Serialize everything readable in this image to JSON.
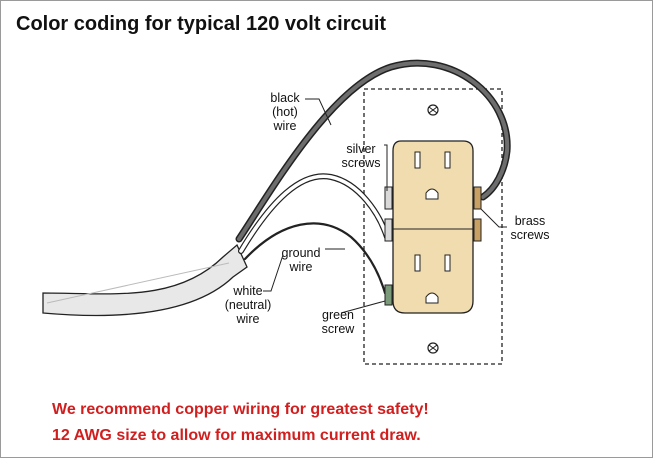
{
  "title": "Color coding for typical 120 volt circuit",
  "labels": {
    "black_wire": [
      "black",
      "(hot)",
      "wire"
    ],
    "silver_screws": [
      "silver",
      "screws"
    ],
    "brass_screws": [
      "brass",
      "screws"
    ],
    "ground_wire": [
      "ground",
      "wire"
    ],
    "white_wire": [
      "white",
      "(neutral)",
      "wire"
    ],
    "green_screw": [
      "green",
      "screw"
    ]
  },
  "notes": [
    "We recommend copper wiring for greatest safety!",
    "12 AWG size to allow for maximum current draw."
  ],
  "colors": {
    "note_text": "#d11f1f",
    "receptacle": "#f1dcb0",
    "brass_screw": "#c9a063",
    "silver_screw": "#d9d9d9",
    "green_screw": "#7a9a7a"
  }
}
